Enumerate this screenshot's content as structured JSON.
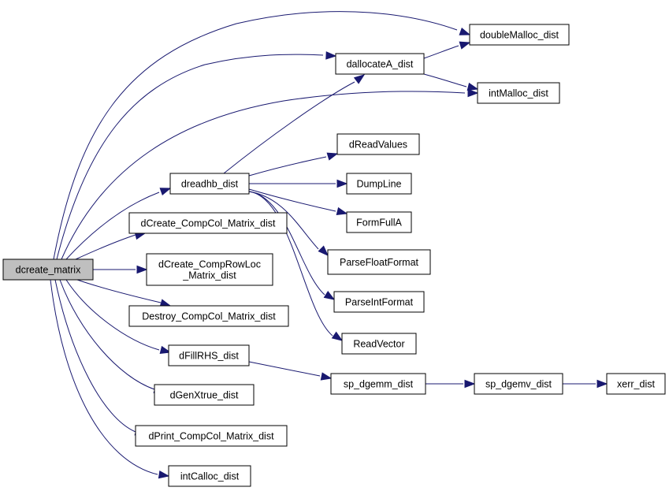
{
  "graph": {
    "nodes": [
      {
        "id": "dcreate_matrix",
        "lines": [
          "dcreate_matrix"
        ],
        "root": true
      },
      {
        "id": "doubleMalloc_dist",
        "lines": [
          "doubleMalloc_dist"
        ]
      },
      {
        "id": "dallocateA_dist",
        "lines": [
          "dallocateA_dist"
        ]
      },
      {
        "id": "intMalloc_dist",
        "lines": [
          "intMalloc_dist"
        ]
      },
      {
        "id": "dreadhb_dist",
        "lines": [
          "dreadhb_dist"
        ]
      },
      {
        "id": "dReadValues",
        "lines": [
          "dReadValues"
        ]
      },
      {
        "id": "DumpLine",
        "lines": [
          "DumpLine"
        ]
      },
      {
        "id": "FormFullA",
        "lines": [
          "FormFullA"
        ]
      },
      {
        "id": "ParseFloatFormat",
        "lines": [
          "ParseFloatFormat"
        ]
      },
      {
        "id": "ParseIntFormat",
        "lines": [
          "ParseIntFormat"
        ]
      },
      {
        "id": "ReadVector",
        "lines": [
          "ReadVector"
        ]
      },
      {
        "id": "dCreate_CompCol_Matrix_dist",
        "lines": [
          "dCreate_CompCol_Matrix_dist"
        ]
      },
      {
        "id": "dCreate_CompRowLoc_Matrix_dist",
        "lines": [
          "dCreate_CompRowLoc",
          "_Matrix_dist"
        ]
      },
      {
        "id": "Destroy_CompCol_Matrix_dist",
        "lines": [
          "Destroy_CompCol_Matrix_dist"
        ]
      },
      {
        "id": "dFillRHS_dist",
        "lines": [
          "dFillRHS_dist"
        ]
      },
      {
        "id": "sp_dgemm_dist",
        "lines": [
          "sp_dgemm_dist"
        ]
      },
      {
        "id": "sp_dgemv_dist",
        "lines": [
          "sp_dgemv_dist"
        ]
      },
      {
        "id": "xerr_dist",
        "lines": [
          "xerr_dist"
        ]
      },
      {
        "id": "dGenXtrue_dist",
        "lines": [
          "dGenXtrue_dist"
        ]
      },
      {
        "id": "dPrint_CompCol_Matrix_dist",
        "lines": [
          "dPrint_CompCol_Matrix_dist"
        ]
      },
      {
        "id": "intCalloc_dist",
        "lines": [
          "intCalloc_dist"
        ]
      }
    ],
    "edges": [
      {
        "from": "dcreate_matrix",
        "to": "doubleMalloc_dist"
      },
      {
        "from": "dcreate_matrix",
        "to": "dallocateA_dist"
      },
      {
        "from": "dcreate_matrix",
        "to": "intMalloc_dist"
      },
      {
        "from": "dcreate_matrix",
        "to": "dreadhb_dist"
      },
      {
        "from": "dcreate_matrix",
        "to": "dCreate_CompCol_Matrix_dist"
      },
      {
        "from": "dcreate_matrix",
        "to": "dCreate_CompRowLoc_Matrix_dist"
      },
      {
        "from": "dcreate_matrix",
        "to": "Destroy_CompCol_Matrix_dist"
      },
      {
        "from": "dcreate_matrix",
        "to": "dFillRHS_dist"
      },
      {
        "from": "dcreate_matrix",
        "to": "dGenXtrue_dist"
      },
      {
        "from": "dcreate_matrix",
        "to": "dPrint_CompCol_Matrix_dist"
      },
      {
        "from": "dcreate_matrix",
        "to": "intCalloc_dist"
      },
      {
        "from": "dallocateA_dist",
        "to": "doubleMalloc_dist"
      },
      {
        "from": "dallocateA_dist",
        "to": "intMalloc_dist"
      },
      {
        "from": "dreadhb_dist",
        "to": "dallocateA_dist"
      },
      {
        "from": "dreadhb_dist",
        "to": "dReadValues"
      },
      {
        "from": "dreadhb_dist",
        "to": "DumpLine"
      },
      {
        "from": "dreadhb_dist",
        "to": "FormFullA"
      },
      {
        "from": "dreadhb_dist",
        "to": "ParseFloatFormat"
      },
      {
        "from": "dreadhb_dist",
        "to": "ParseIntFormat"
      },
      {
        "from": "dreadhb_dist",
        "to": "ReadVector"
      },
      {
        "from": "dFillRHS_dist",
        "to": "sp_dgemm_dist"
      },
      {
        "from": "sp_dgemm_dist",
        "to": "sp_dgemv_dist"
      },
      {
        "from": "sp_dgemv_dist",
        "to": "xerr_dist"
      }
    ]
  }
}
